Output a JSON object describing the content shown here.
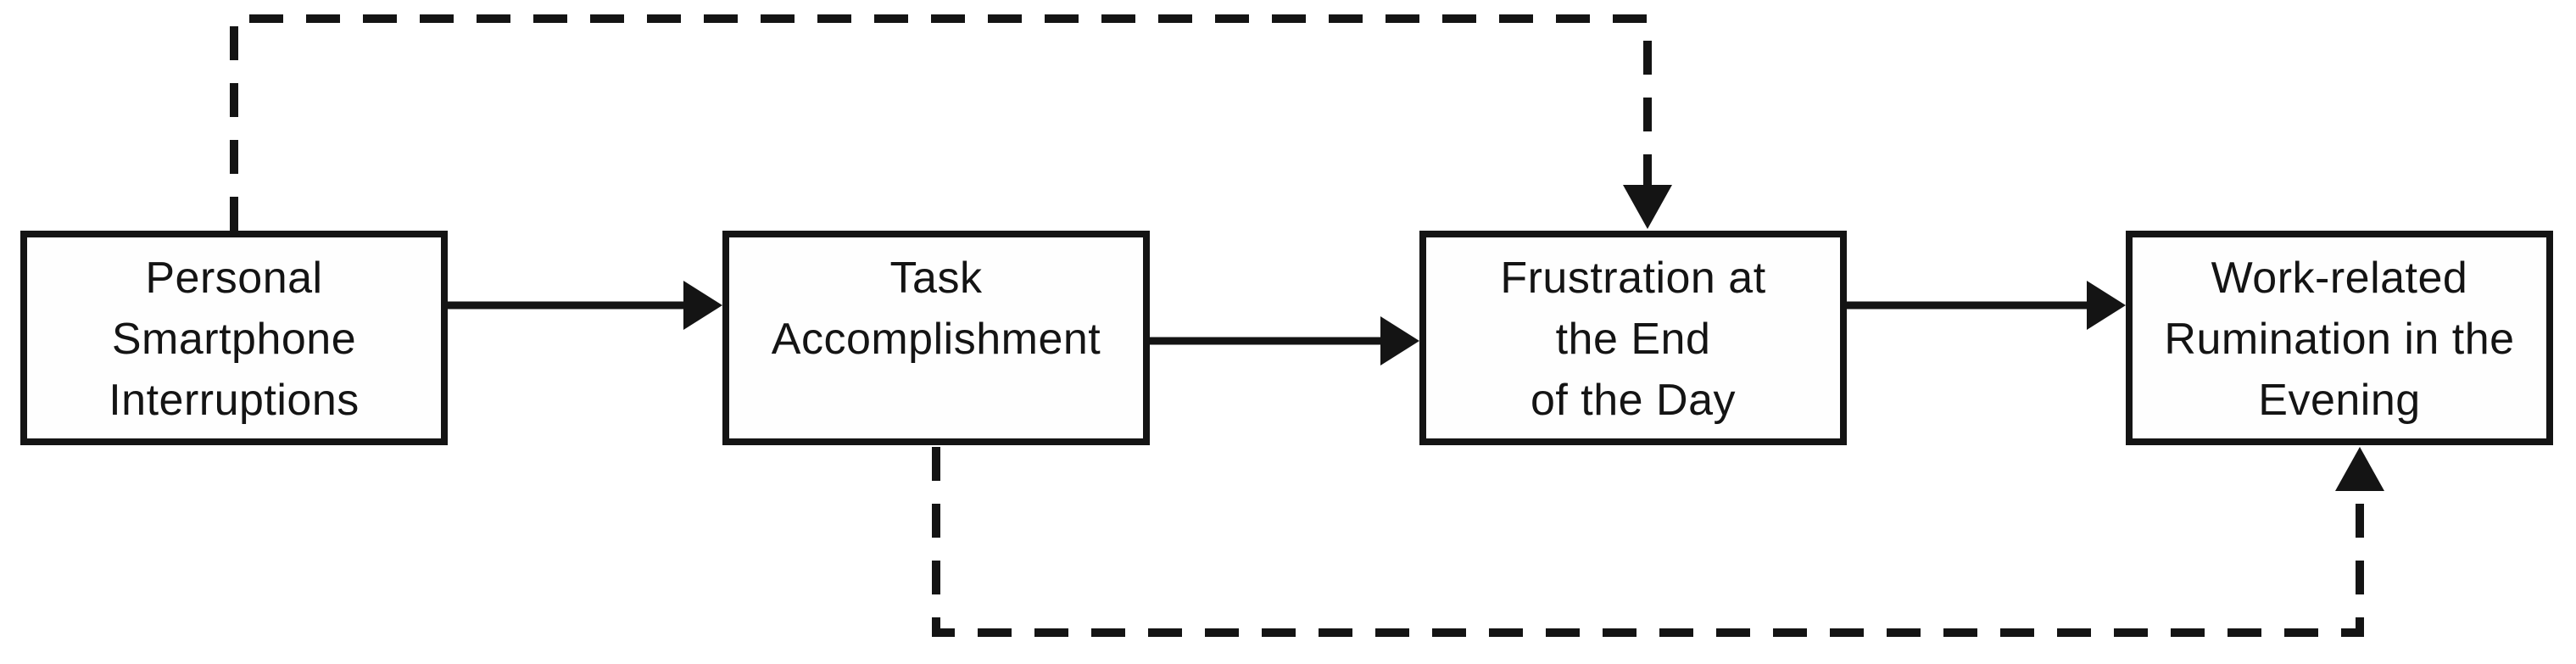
{
  "figure": {
    "type": "flow-diagram",
    "background_color": "#ffffff",
    "stroke_color": "#141414",
    "nodes": [
      {
        "id": "personal-smartphone-interruptions",
        "lines": [
          "Personal",
          "Smartphone",
          "Interruptions"
        ]
      },
      {
        "id": "task-accomplishment",
        "lines": [
          "Task",
          "Accomplishment"
        ]
      },
      {
        "id": "frustration-end-of-day",
        "lines": [
          "Frustration at",
          "the End",
          "of the Day"
        ]
      },
      {
        "id": "work-related-rumination-evening",
        "lines": [
          "Work-related",
          "Rumination in the",
          "Evening"
        ]
      }
    ],
    "edges": [
      {
        "from": "personal-smartphone-interruptions",
        "to": "task-accomplishment",
        "style": "solid",
        "route": "direct"
      },
      {
        "from": "task-accomplishment",
        "to": "frustration-end-of-day",
        "style": "solid",
        "route": "direct"
      },
      {
        "from": "frustration-end-of-day",
        "to": "work-related-rumination-evening",
        "style": "solid",
        "route": "direct"
      },
      {
        "from": "personal-smartphone-interruptions",
        "to": "frustration-end-of-day",
        "style": "dashed",
        "route": "over-top"
      },
      {
        "from": "task-accomplishment",
        "to": "work-related-rumination-evening",
        "style": "dashed",
        "route": "under-bottom"
      }
    ]
  }
}
